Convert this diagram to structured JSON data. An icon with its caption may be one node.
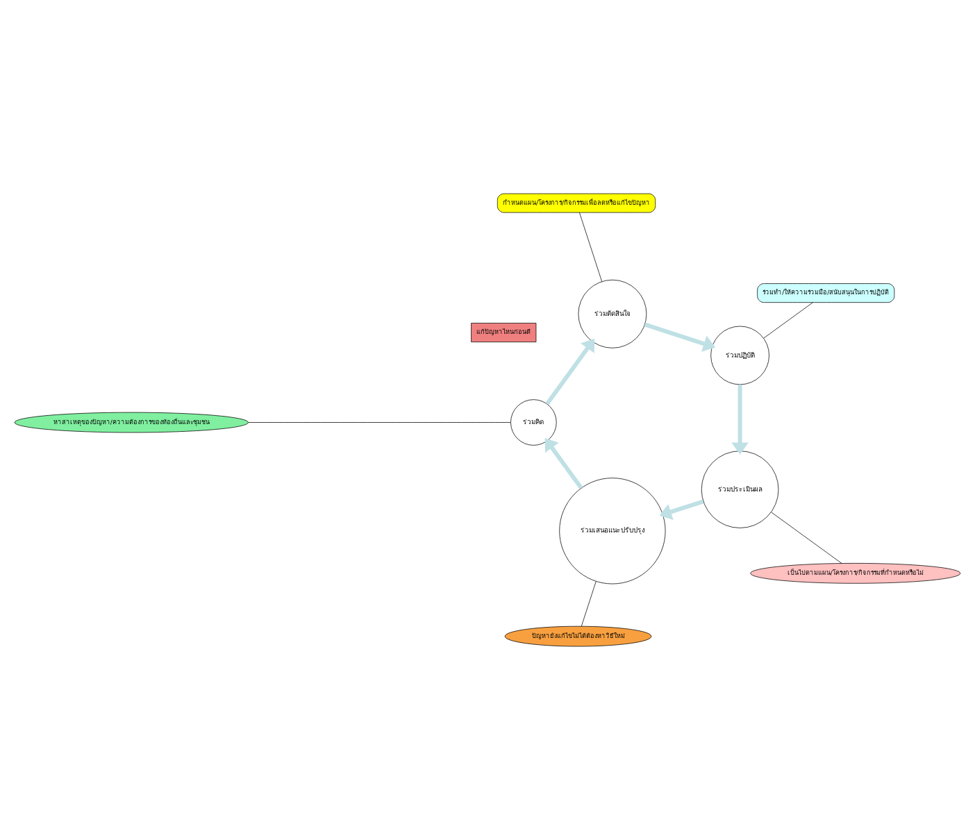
{
  "diagram": {
    "nodes": [
      {
        "text": [
          "หาสาเหตุของปัญหา/ความต้องการของท้องถิ่นและชุมชน"
        ]
      },
      {
        "text": [
          "ร่วมคิด"
        ]
      },
      {
        "text": [
          "แก้ปัญหาไหนก่อนดี"
        ]
      },
      {
        "text": [
          "กำหนดแผน/โครงการ/กิจกรรมเพื่อลดหรือแก้ไขปัญหา"
        ]
      },
      {
        "text": [
          "ร่วมตัดสินใจ"
        ]
      },
      {
        "text": [
          "ร่วมปฏิบัติ"
        ]
      },
      {
        "text": [
          "ร่วมทำ/ให้ความร่วมมือ/สนับสนุนในการปฏิบัติ"
        ]
      },
      {
        "text": [
          "ร่วมประเมินผล"
        ]
      },
      {
        "text": [
          "เป็นไปตามแผน/โครงการ/กิจกรรมที่กำหนดหรือไม่"
        ]
      },
      {
        "text": [
          "ปัญหายังแก้ไขไม่ได้ต้องหาวิธีใหม่"
        ]
      },
      {
        "text": [
          "ร่วมเสนอแนะปรับปรุง"
        ]
      }
    ],
    "edges": [
      {
        "from": 1,
        "to": 4,
        "arrow": "to",
        "style": "thick",
        "color": "#bfe0e4"
      },
      {
        "from": 4,
        "to": 5,
        "arrow": "to",
        "style": "thick",
        "color": "#bfe0e4"
      },
      {
        "from": 5,
        "to": 7,
        "arrow": "to",
        "style": "thick",
        "color": "#bfe0e4"
      },
      {
        "from": 7,
        "to": 10,
        "arrow": "to",
        "style": "thick",
        "color": "#bfe0e4"
      },
      {
        "from": 10,
        "to": 1,
        "arrow": "to",
        "style": "thick",
        "color": "#bfe0e4"
      },
      {
        "from": 0,
        "to": 1,
        "arrow": "none",
        "color": "#000000"
      },
      {
        "from": 3,
        "to": 4,
        "arrow": "none",
        "color": "#000000"
      },
      {
        "from": 6,
        "to": 5,
        "arrow": "none",
        "color": "#000000"
      },
      {
        "from": 8,
        "to": 7,
        "arrow": "none",
        "color": "#000000"
      },
      {
        "from": 9,
        "to": 10,
        "arrow": "none",
        "color": "#000000"
      }
    ]
  }
}
